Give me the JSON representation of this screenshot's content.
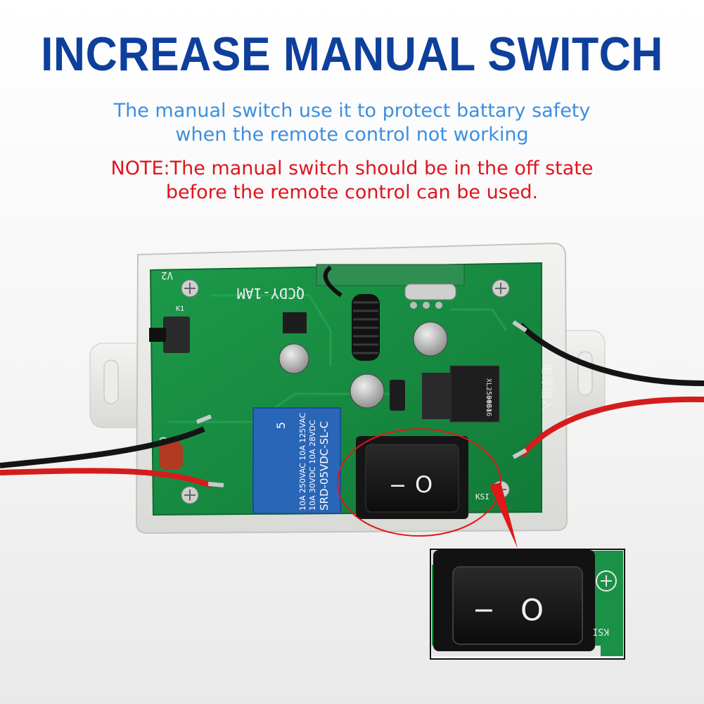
{
  "header": {
    "title": "INCREASE MANUAL SWITCH",
    "description_lines": [
      "The manual switch use it to protect battary safety",
      "when the remote control not working"
    ],
    "note_lines": [
      "NOTE:The manual switch should be in the off state",
      "before the remote control can be used."
    ]
  },
  "board": {
    "model": "QCDY-1AM",
    "version": "V2",
    "relay_model": "SRD-05VDC-SL-C",
    "relay_ratings": [
      "10A 250VAC  10A 125VAC",
      "10A 30VDC  10A 28VDC"
    ],
    "relay_pin_label": "5",
    "regulator_text": [
      "XL2596S",
      "-5.0E1",
      "84046"
    ],
    "output_label": "OUT",
    "power_input_label": "电源输入",
    "switch_label": "KSI",
    "button_label": "K1",
    "switch_symbols": {
      "off": "−",
      "on": "O"
    }
  },
  "colors": {
    "title": "#0e3f9c",
    "description": "#3b8fe0",
    "note": "#e0141e",
    "pcb": "#1a9146",
    "highlight_ring": "#e01818"
  }
}
